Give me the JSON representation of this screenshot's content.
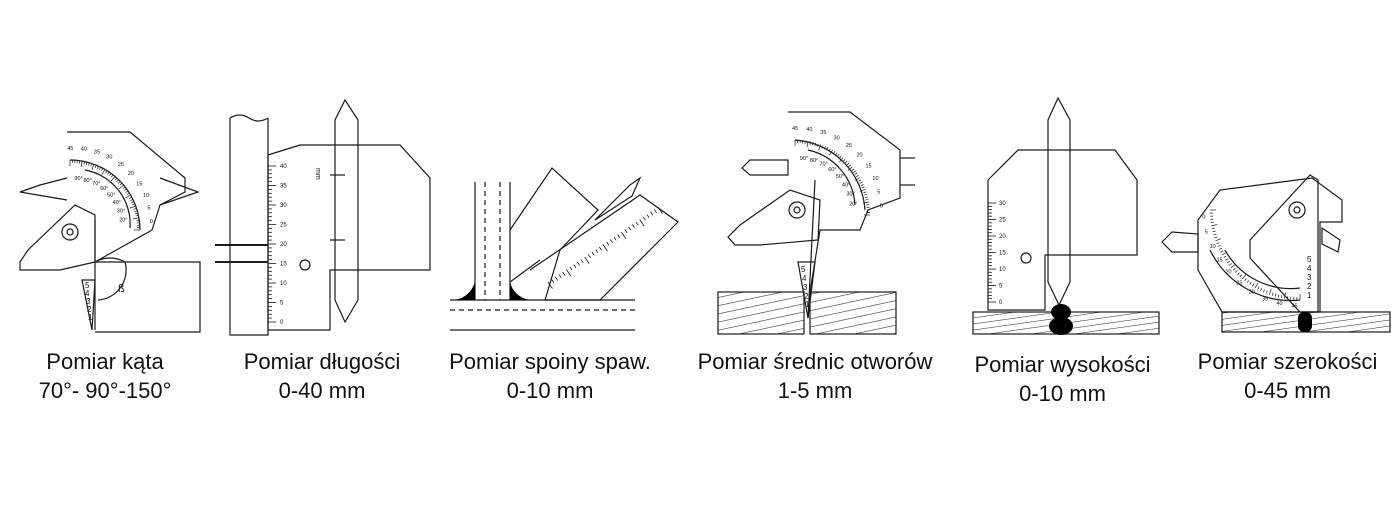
{
  "captions": [
    {
      "title": "Pomiar kąta",
      "range": "70°- 90°-150°"
    },
    {
      "title": "Pomiar długości",
      "range": "0-40 mm"
    },
    {
      "title": "Pomiar spoiny spaw.",
      "range": "0-10 mm"
    },
    {
      "title": "Pomiar średnic otworów",
      "range": "1-5 mm"
    },
    {
      "title": "Pomiar wysokości",
      "range": "0-10 mm"
    },
    {
      "title": "Pomiar szerokości",
      "range": "0-45 mm"
    }
  ],
  "labels": {
    "beta": "ß",
    "mm": "mm",
    "wedge_numbers": [
      "5",
      "4",
      "3",
      "2",
      "1"
    ],
    "length_scale": [
      "0",
      "5",
      "10",
      "15",
      "20",
      "25",
      "30",
      "35",
      "40"
    ],
    "arc_scale_outer": [
      "45",
      "40",
      "35",
      "30",
      "25",
      "20",
      "15",
      "10",
      "5",
      "0"
    ],
    "arc_scale_inner": [
      "90°",
      "80°",
      "70°",
      "60°",
      "50°",
      "40°",
      "30°",
      "20°"
    ]
  },
  "colors": {
    "line": "#1a1a1a",
    "background": "#ffffff",
    "fill_dark": "#000000"
  }
}
